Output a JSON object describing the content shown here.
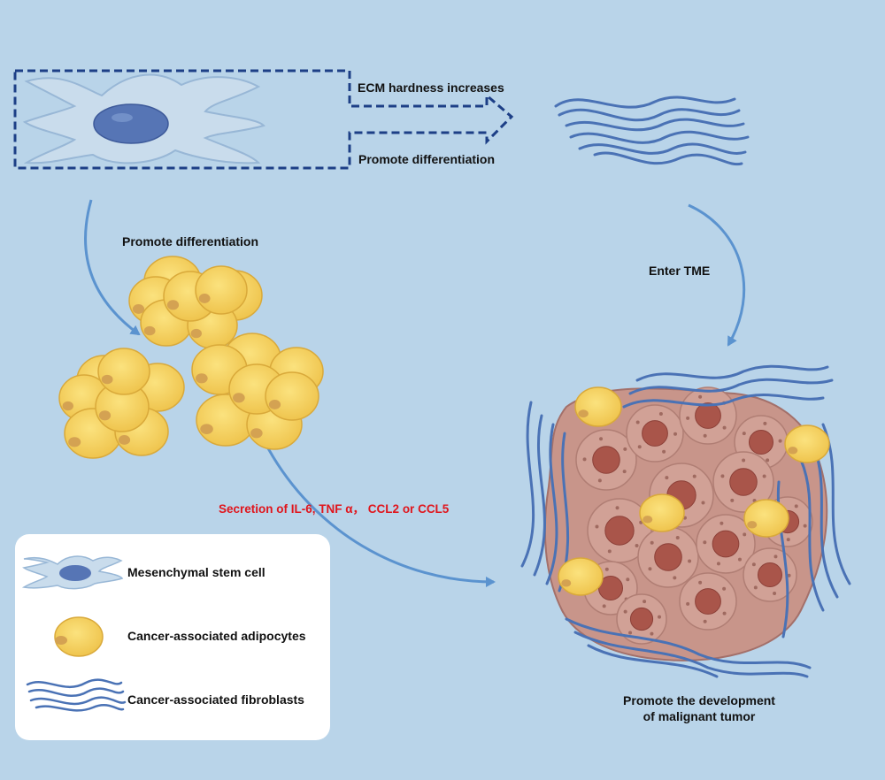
{
  "labels": {
    "ecm_hardness": "ECM hardness increases",
    "promote_diff_top": "Promote differentiation",
    "promote_diff_left": "Promote differentiation",
    "enter_tme": "Enter TME",
    "secretion": "Secretion of IL-6, TNF α， CCL2 or CCL5",
    "outcome_line1": "Promote the development",
    "outcome_line2": "of malignant tumor"
  },
  "legend": {
    "items": [
      {
        "label": "Mesenchymal stem cell",
        "icon": "mesenchymal-stem-cell-icon"
      },
      {
        "label": "Cancer-associated adipocytes",
        "icon": "adipocyte-icon"
      },
      {
        "label": "Cancer-associated fibroblasts",
        "icon": "fibroblast-icon"
      }
    ]
  },
  "colors": {
    "background": "#b9d4e9",
    "arrow": "#5b93cf",
    "dashed_box": "#1d3f86",
    "adipocyte_fill": "#f6d45c",
    "adipocyte_nucleus": "#d4a252",
    "fibroblast": "#4a72b5",
    "tumor_cell": "#c8958a",
    "tumor_nucleus": "#a9554a",
    "secretion_text": "#e0151c"
  }
}
